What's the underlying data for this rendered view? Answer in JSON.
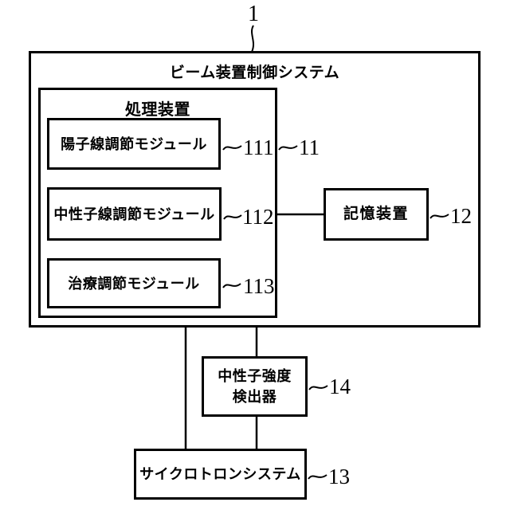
{
  "figure": {
    "ref": "1"
  },
  "system": {
    "title": "ビーム装置制御システム"
  },
  "processor": {
    "title": "処理装置",
    "ref": "11",
    "modules": [
      {
        "label": "陽子線調節モジュール",
        "ref": "111"
      },
      {
        "label": "中性子線調節モジュール",
        "ref": "112"
      },
      {
        "label": "治療調節モジュール",
        "ref": "113"
      }
    ]
  },
  "storage": {
    "label": "記憶装置",
    "ref": "12"
  },
  "detector": {
    "label_line1": "中性子強度",
    "label_line2": "検出器",
    "ref": "14"
  },
  "cyclotron": {
    "label": "サイクロトロンシステム",
    "ref": "13"
  },
  "colors": {
    "line": "#000000",
    "background": "#ffffff"
  }
}
